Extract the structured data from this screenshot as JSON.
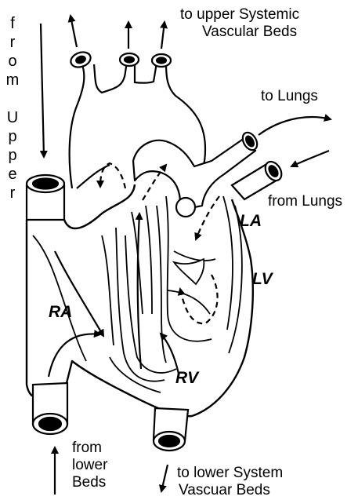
{
  "labels": {
    "from_upper": [
      "f",
      "r",
      "o",
      "m",
      "",
      "U",
      "p",
      "p",
      "e",
      "r"
    ],
    "to_upper_systemic": [
      "to upper Systemic",
      "Vascular Beds"
    ],
    "to_lungs": "to Lungs",
    "from_lungs": "from Lungs",
    "from_lower": [
      "from",
      "lower",
      "Beds"
    ],
    "to_lower_system": [
      "to lower System",
      "Vascuar Beds"
    ]
  },
  "chambers": {
    "ra": "RA",
    "rv": "RV",
    "la": "LA",
    "lv": "LV"
  },
  "colors": {
    "ink": "#000000",
    "background": "#ffffff"
  }
}
